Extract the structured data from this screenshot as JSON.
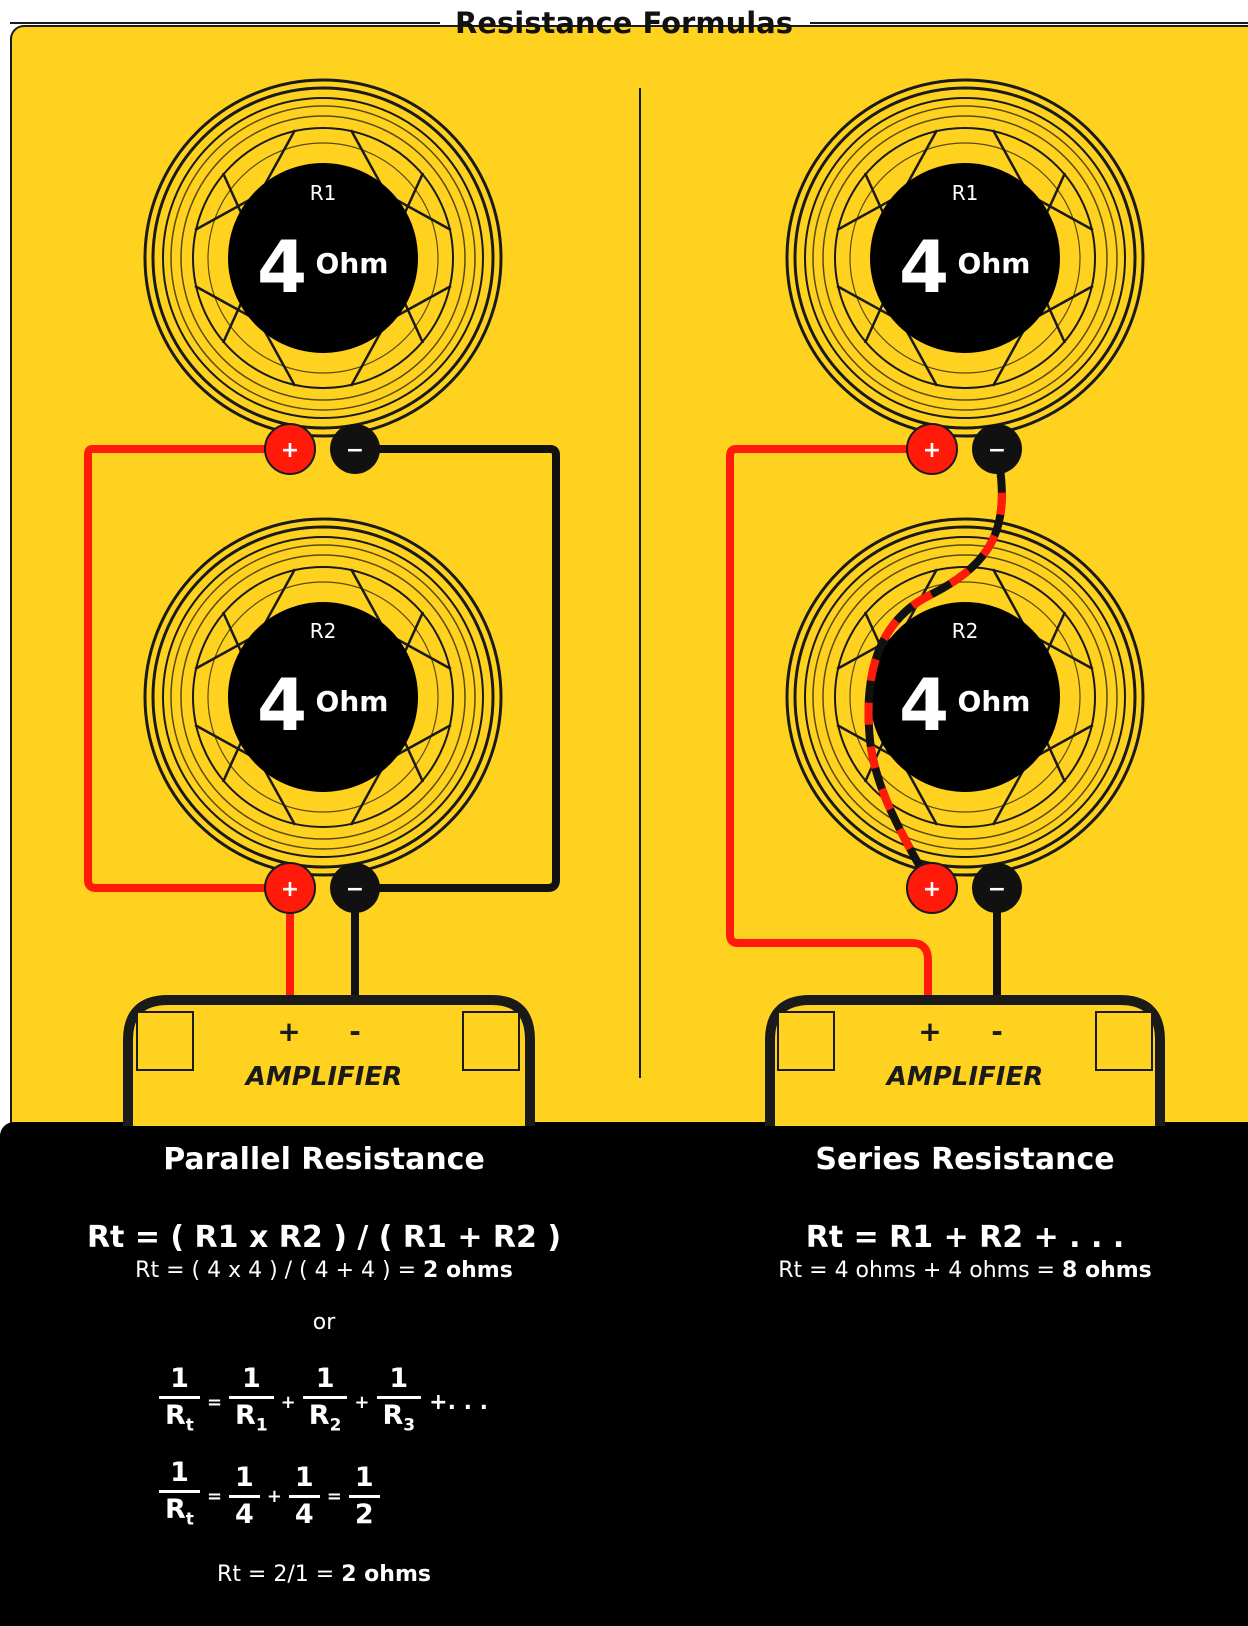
{
  "header": {
    "title": "Resistance Formulas"
  },
  "speakers": {
    "left_top": {
      "label": "R1",
      "value": "4",
      "unit": "Ohm"
    },
    "left_bottom": {
      "label": "R2",
      "value": "4",
      "unit": "Ohm"
    },
    "right_top": {
      "label": "R1",
      "value": "4",
      "unit": "Ohm"
    },
    "right_bottom": {
      "label": "R2",
      "value": "4",
      "unit": "Ohm"
    }
  },
  "terminals": {
    "plus": "+",
    "minus": "−"
  },
  "amplifier": {
    "label": "AMPLIFIER",
    "plus": "+",
    "minus": "-"
  },
  "parallel": {
    "title": "Parallel Resistance",
    "formula": "Rt = ( R1 x R2 ) / ( R1 + R2 )",
    "example_prefix": "Rt = ( 4 x 4 ) / ( 4 + 4 ) = ",
    "example_result": "2 ohms",
    "or": "or",
    "final_prefix": "Rt = 2/1 = ",
    "final_result": "2 ohms",
    "eq1": {
      "lhs_num": "1",
      "lhs_den": "R",
      "lhs_sub": "t",
      "t1_den": "R",
      "t1_sub": "1",
      "t2_den": "R",
      "t2_sub": "2",
      "t3_den": "R",
      "t3_sub": "3",
      "ellipsis": "+. . ."
    },
    "eq2": {
      "lhs_num": "1",
      "lhs_den": "R",
      "lhs_sub": "t",
      "a_num": "1",
      "a_den": "4",
      "b_num": "1",
      "b_den": "4",
      "c_num": "1",
      "c_den": "2"
    }
  },
  "series": {
    "title": "Series Resistance",
    "formula": "Rt = R1 + R2 + . . .",
    "example_prefix": "Rt = 4 ohms + 4 ohms = ",
    "example_result": "8 ohms"
  },
  "colors": {
    "background": "#ffd21f",
    "wire_positive": "#ff1a0a",
    "wire_negative": "#111111",
    "panel_bottom": "#000000"
  }
}
